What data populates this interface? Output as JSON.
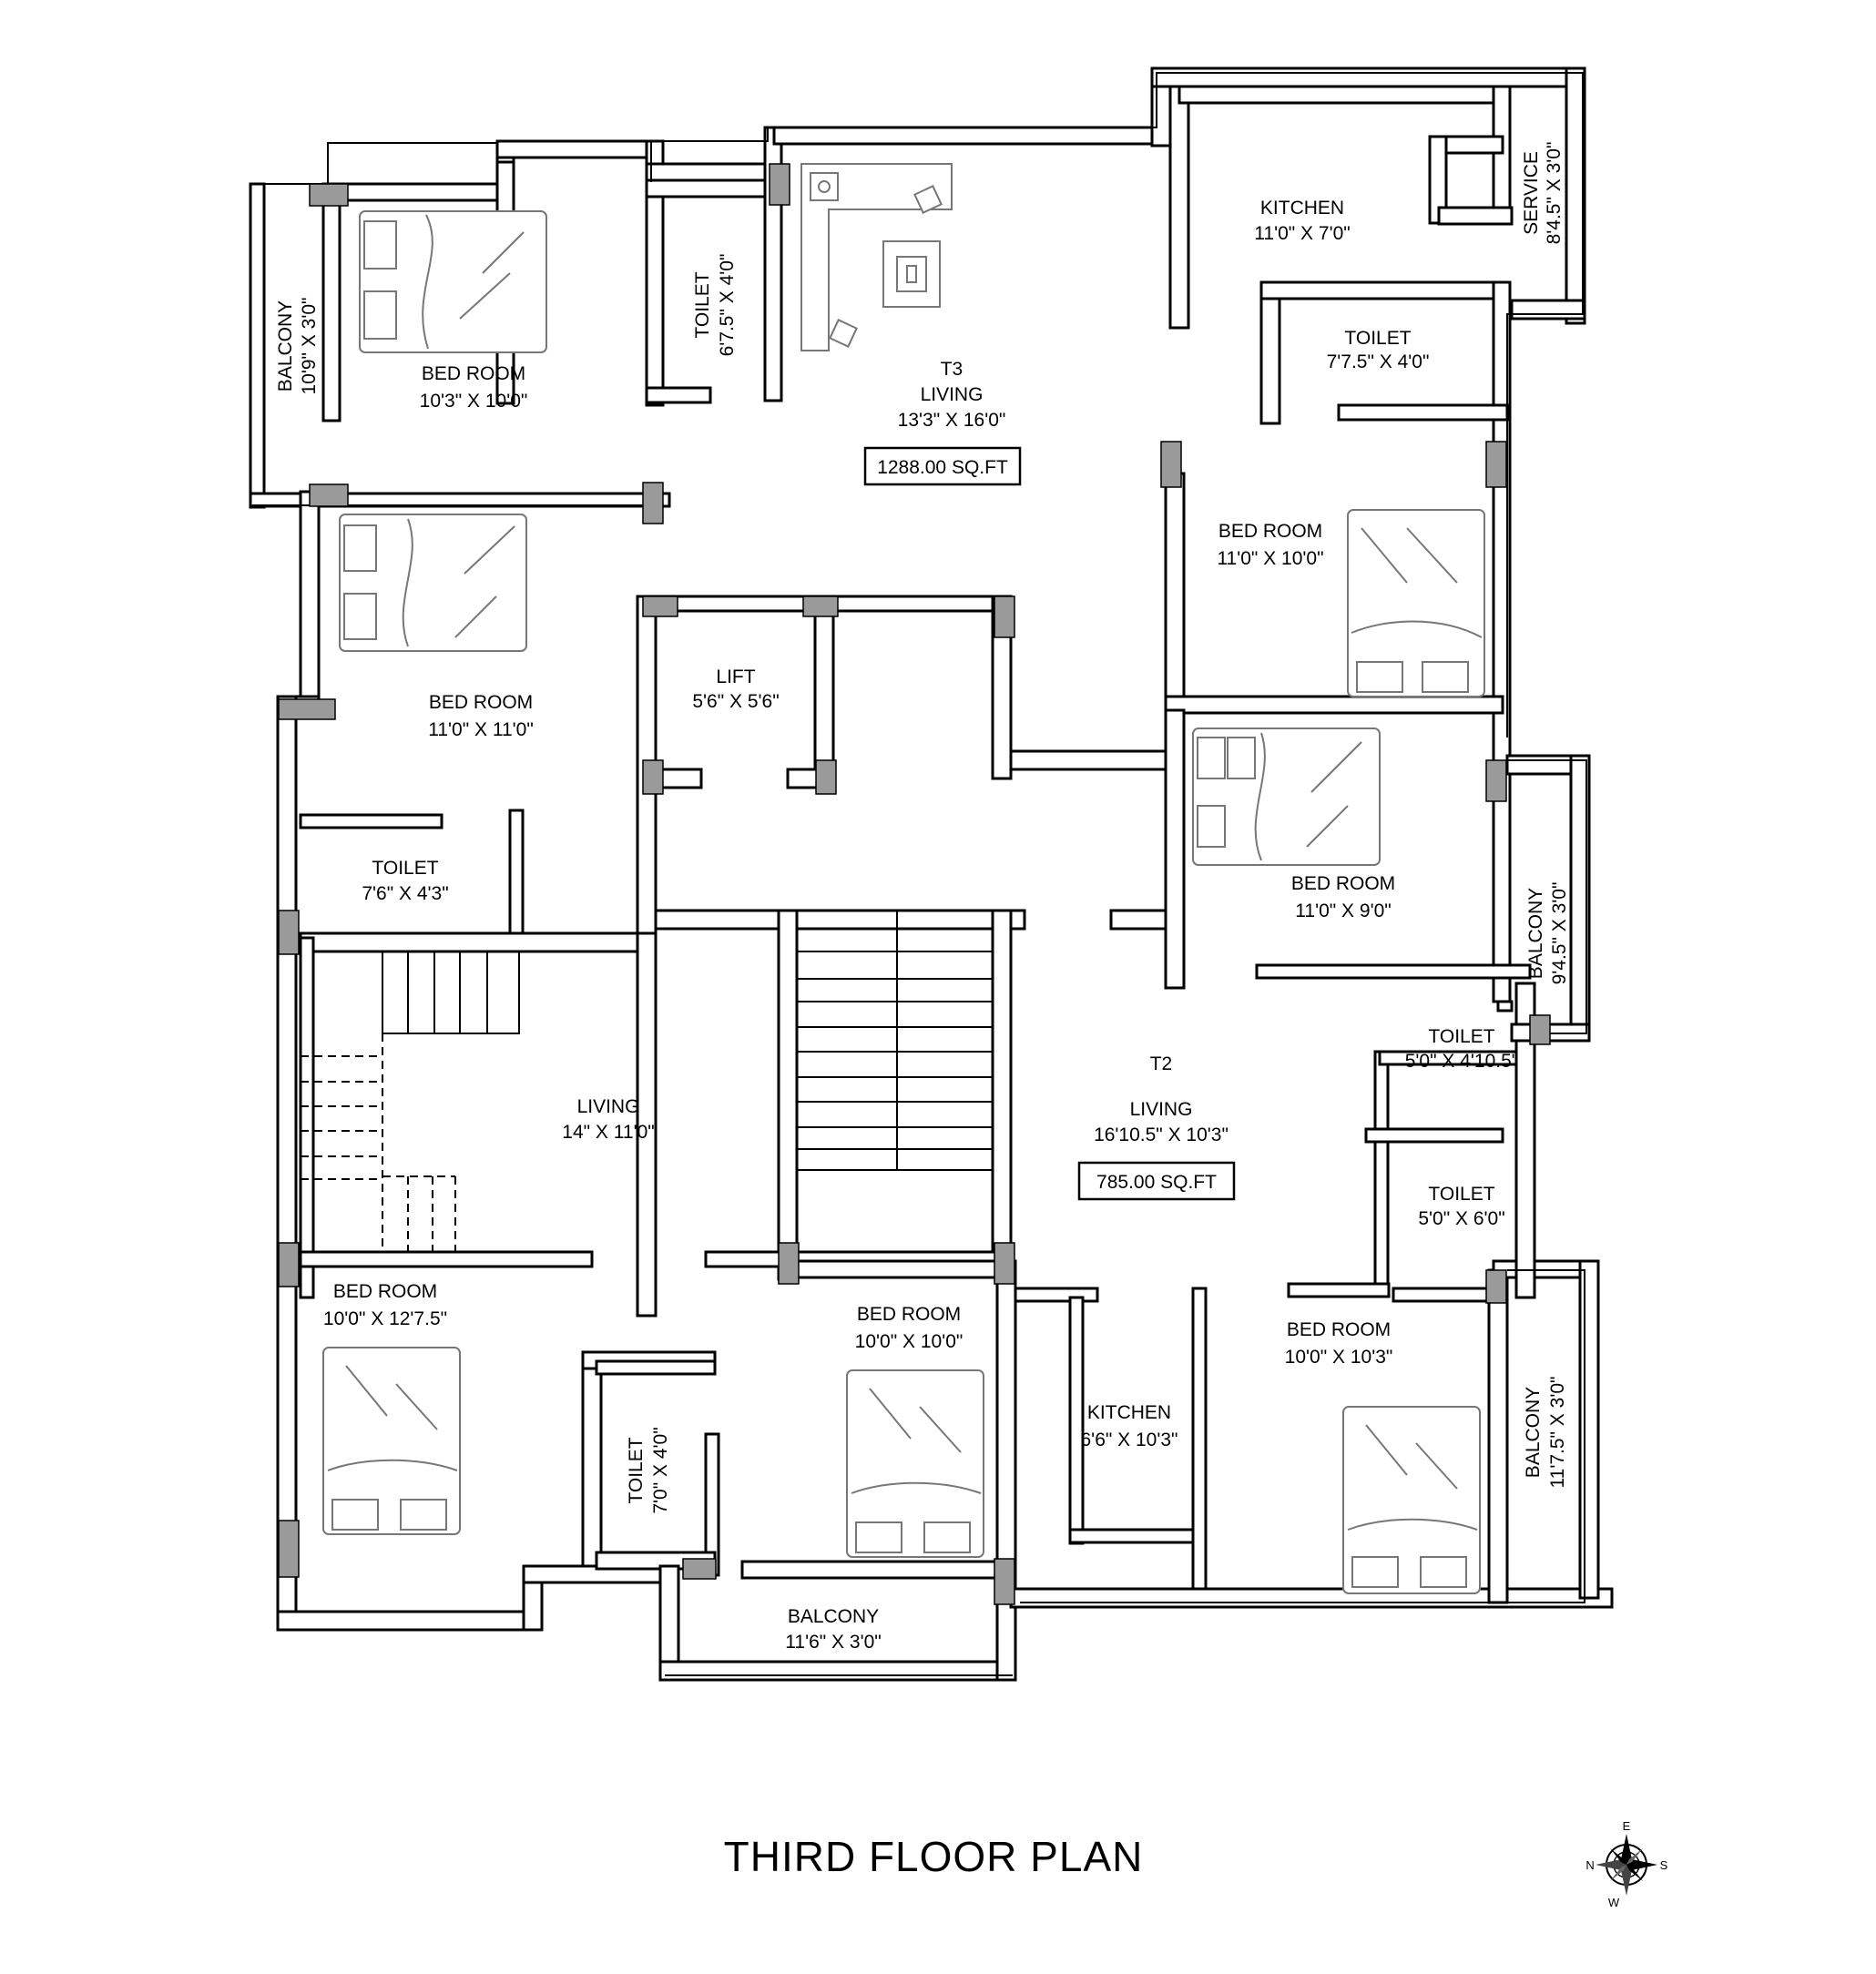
{
  "title": "THIRD FLOOR PLAN",
  "compass": {
    "n": "N",
    "e": "E",
    "s": "S",
    "w": "W"
  },
  "units": {
    "t3": {
      "name": "T3",
      "living": "LIVING",
      "living_size": "13'3\" X 16'0\"",
      "area": "1288.00 SQ.FT"
    },
    "t2": {
      "name": "T2",
      "living": "LIVING",
      "living_size": "16'10.5\" X 10'3\"",
      "area": "785.00 SQ.FT"
    }
  },
  "rooms": {
    "t3_bed1": {
      "name": "BED ROOM",
      "size": "10'3\" X 10'0\""
    },
    "t3_balcony": {
      "name": "BALCONY",
      "size": "10'9\" X 3'0\""
    },
    "t3_toilet1": {
      "name": "TOILET",
      "size": "6'7.5\" X 4'0\""
    },
    "t3_kitchen": {
      "name": "KITCHEN",
      "size": "11'0\" X 7'0\""
    },
    "t3_service": {
      "name": "SERVICE",
      "size": "8'4.5\" X 3'0\""
    },
    "t3_toilet2": {
      "name": "TOILET",
      "size": "7'7.5\" X 4'0\""
    },
    "t3_bed2": {
      "name": "BED ROOM",
      "size": "11'0\" X 10'0\""
    },
    "t3_bed3": {
      "name": "BED ROOM",
      "size": "11'0\" X 11'0\""
    },
    "t3_toilet3": {
      "name": "TOILET",
      "size": "7'6\" X 4'3\""
    },
    "lift": {
      "name": "LIFT",
      "size": "5'6\" X 5'6\""
    },
    "t2_bed1": {
      "name": "BED ROOM",
      "size": "11'0\" X 9'0\""
    },
    "t2_balcony1": {
      "name": "BALCONY",
      "size": "9'4.5\" X 3'0\""
    },
    "t2_toilet1": {
      "name": "TOILET",
      "size": "5'0\" X 4'10.5\""
    },
    "t2_toilet2": {
      "name": "TOILET",
      "size": "5'0\" X 6'0\""
    },
    "t2_bed2": {
      "name": "BED ROOM",
      "size": "10'0\" X 10'3\""
    },
    "t2_kitchen": {
      "name": "KITCHEN",
      "size": "6'6\" X 10'3\""
    },
    "t2_balcony2": {
      "name": "BALCONY",
      "size": "11'7.5\" X 3'0\""
    },
    "sw_living": {
      "name": "LIVING",
      "size": "14\" X 11'0\""
    },
    "sw_bed1": {
      "name": "BED ROOM",
      "size": "10'0\" X 12'7.5\""
    },
    "sw_toilet": {
      "name": "TOILET",
      "size": "7'0\" X 4'0\""
    },
    "sw_bed2": {
      "name": "BED ROOM",
      "size": "10'0\" X 10'0\""
    },
    "sw_balcony": {
      "name": "BALCONY",
      "size": "11'6\" X 3'0\""
    }
  }
}
